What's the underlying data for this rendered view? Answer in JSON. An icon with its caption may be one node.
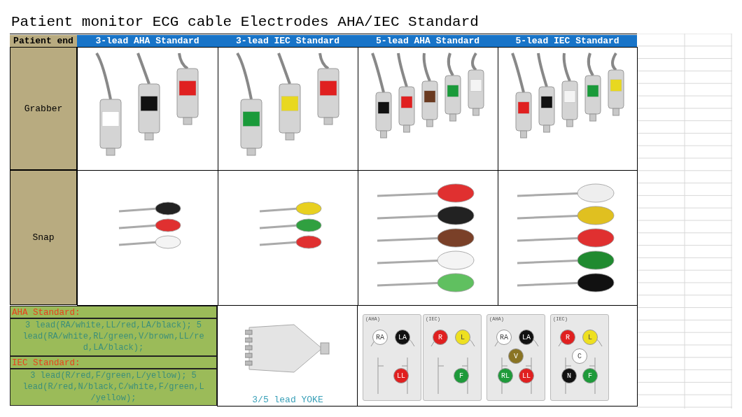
{
  "diagram": {
    "title": "Patient monitor ECG cable Electrodes AHA/IEC Standard",
    "labels": [
      "Patient end",
      "3-lead AHA Standard",
      "3-lead IEC Standard",
      "5-lead AHA Standard",
      "5-lead IEC Standard",
      "Grabber",
      "Snap",
      "AHA Standard:",
      "3 lead(RA/white,LL/red,LA/black); 5 lead(RA/white,RL/green,V/brown,LL/red,LA/black);",
      "IEC Standard:",
      "3 lead(R/red,F/green,L/yellow); 5 lead(R/red,N/black,C/white,F/green,L/yellow);",
      "3/5 lead YOKE",
      "(AHA)",
      "RA",
      "LA",
      "LL",
      "(IEC)",
      "R",
      "L",
      "F",
      "(AHA)",
      "RA",
      "LA",
      "V",
      "RL",
      "LL",
      "(IEC)",
      "R",
      "L",
      "C",
      "N",
      "F"
    ]
  }
}
